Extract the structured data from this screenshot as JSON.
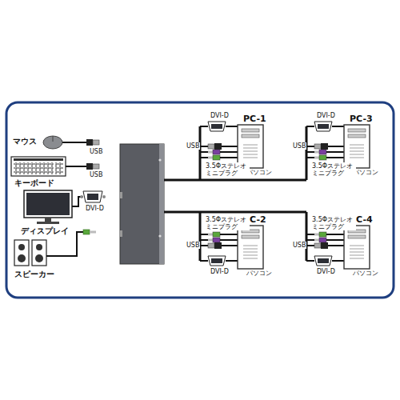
{
  "diagram": {
    "nodes": [
      {
        "text": [
          "マウス"
        ]
      },
      {
        "text": [
          "キーボード"
        ]
      },
      {
        "text": [
          "ディスプレイ"
        ]
      },
      {
        "text": [
          "スピーカー"
        ]
      },
      {
        "text": [
          "PC-1",
          "パソコン"
        ]
      },
      {
        "text": [
          "PC-3",
          "パソコン"
        ]
      },
      {
        "text": [
          "PC-2",
          "パソコン"
        ]
      },
      {
        "text": [
          "PC-4",
          "パソコン"
        ]
      }
    ],
    "labels": [
      "USB",
      "USB",
      "DVI-D",
      "DVI-D",
      "USB",
      "3.5Φステレオ ミニプラグ",
      "DVI-D",
      "USB",
      "3.5Φステレオ ミニプラグ",
      "3.5Φステレオ ミニプラグ",
      "USB",
      "DVI-D",
      "3.5Φステレオ ミニプラグ",
      "USB",
      "DVI-D"
    ]
  }
}
